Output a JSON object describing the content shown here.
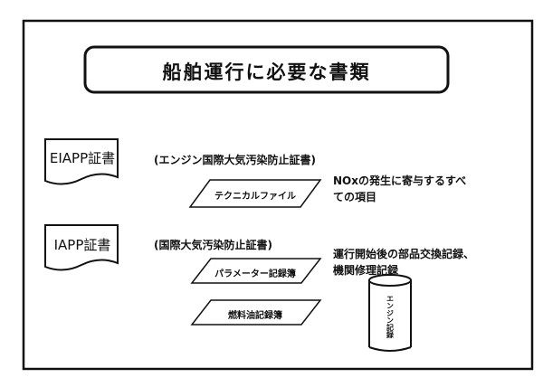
{
  "title": "船舶運行に必要な書類",
  "documents": [
    {
      "name": "EIAPP証書",
      "subtitle": "(エンジン国際大気汚染防止証書)",
      "items": [
        "テクニカルファイル"
      ],
      "note_lines": [
        "NOxの発生に寄与するすべ",
        "ての項目"
      ]
    },
    {
      "name": "IAPP証書",
      "subtitle": "(国際大気汚染防止証書)",
      "items": [
        "パラメーター記録簿",
        "燃料油記録簿"
      ],
      "note_lines": [
        "運行開始後の部品交換記録、",
        "機関修理記録"
      ]
    }
  ],
  "cylinder_label": "エンジン記録",
  "colors": {
    "ink": "#111111",
    "background": "#ffffff"
  }
}
